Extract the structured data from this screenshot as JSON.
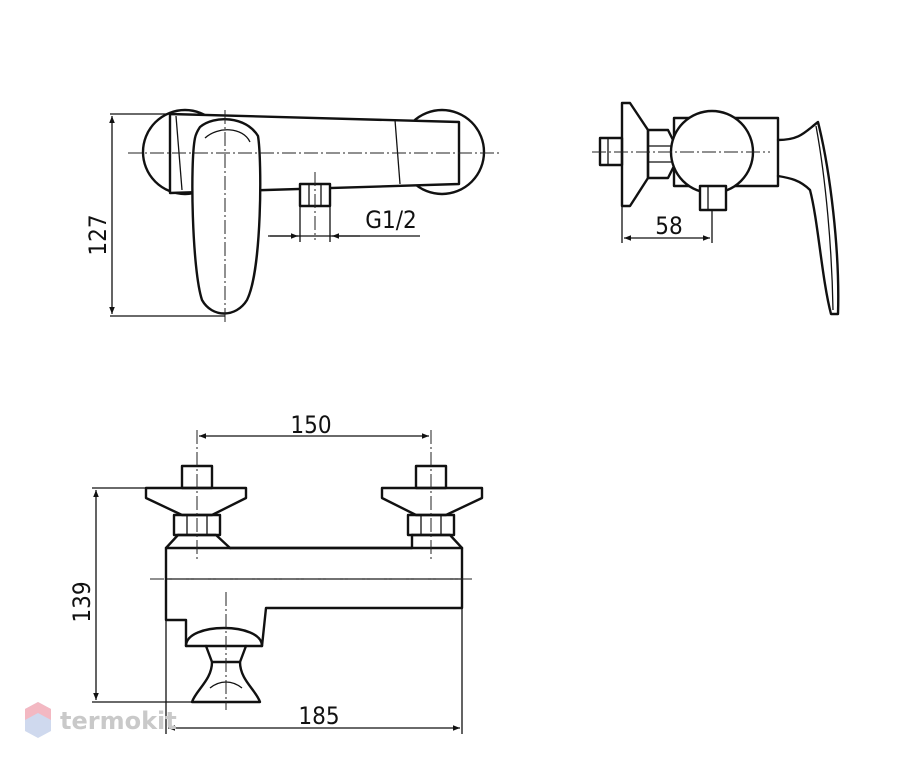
{
  "dimensions": {
    "top_view_height": "127",
    "thread": "G1/2",
    "side_depth": "58",
    "inlet_spacing": "150",
    "front_height": "139",
    "body_width": "185"
  },
  "watermark": {
    "brand": "termokit",
    "color": "#c9c9c9",
    "logo_colors": [
      "#f3b8c2",
      "#cfd9ee"
    ]
  }
}
